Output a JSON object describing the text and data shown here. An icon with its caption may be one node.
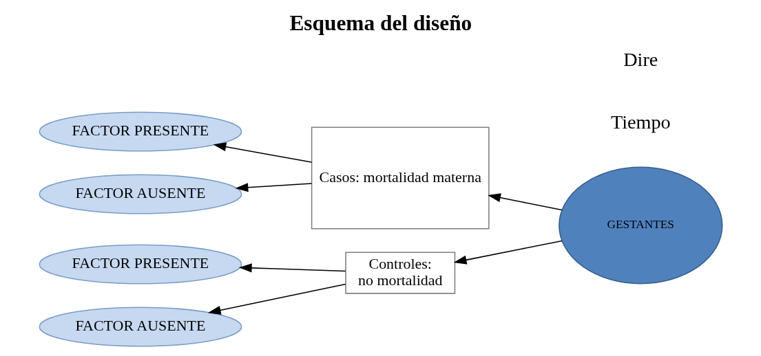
{
  "diagram": {
    "title": "Esquema del diseño",
    "nodes": [
      {
        "text": [
          "FACTOR PRESENTE"
        ]
      },
      {
        "text": [
          "FACTOR AUSENTE"
        ]
      },
      {
        "text": [
          "FACTOR PRESENTE"
        ]
      },
      {
        "text": [
          "FACTOR AUSENTE"
        ]
      },
      {
        "text": [
          "Casos: mortalidad materna"
        ]
      },
      {
        "text": [
          "Controles: no mortalidad"
        ]
      },
      {
        "text": [
          "GESTANTES"
        ]
      }
    ],
    "edges": [
      {
        "from": 4,
        "to": 0,
        "arrow": "to"
      },
      {
        "from": 4,
        "to": 1,
        "arrow": "to"
      },
      {
        "from": 5,
        "to": 2,
        "arrow": "to"
      },
      {
        "from": 5,
        "to": 3,
        "arrow": "to"
      },
      {
        "from": 6,
        "to": 4,
        "arrow": "to"
      },
      {
        "from": 6,
        "to": 5,
        "arrow": "to"
      }
    ],
    "labels": [
      "Tiempo",
      "Dire"
    ]
  }
}
